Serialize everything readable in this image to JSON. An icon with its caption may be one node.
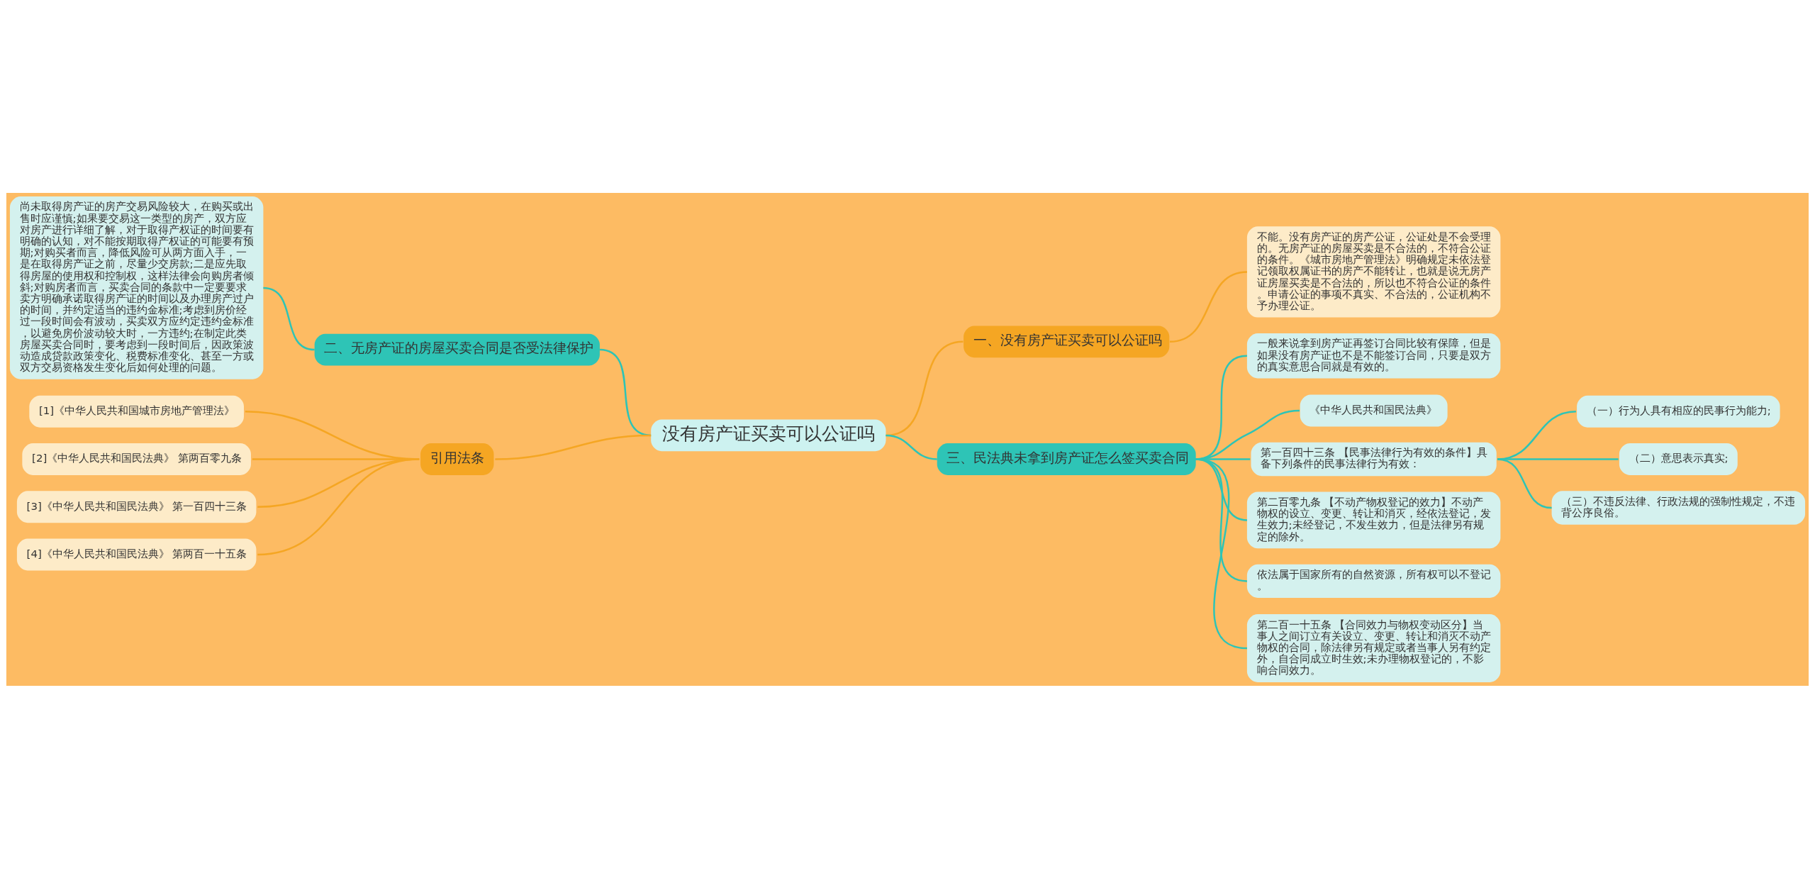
{
  "diagram": {
    "nodes": [
      {
        "text": [
          "没有房产证买卖可以公证吗"
        ]
      },
      {
        "text": [
          "一、没有房产证买卖可以公证吗"
        ]
      },
      {
        "text": [
          "不能。没有房产证的房产公证，公证处是不会受理的。无房产证的房屋买卖是不合法的，不符合公证的条件。《城市房地产管理法》明确规定未依法登记领取权属证书的房产不能转让，也就是说无房产证房屋买卖是不合法的，所以也不符合公证的条件。申请公证的事项不真实、不合法的，公证机构不予办理公证。"
        ]
      },
      {
        "text": [
          "三、民法典未拿到房产证怎么签买卖合同"
        ]
      },
      {
        "text": [
          "一般来说拿到房产证再签订合同比较有保障，但是如果没有房产证也不是不能签订合同，只要是双方的真实意思合同就是有效的。"
        ]
      },
      {
        "text": [
          "《中华人民共和国民法典》"
        ]
      },
      {
        "text": [
          "第一百四十三条 【民事法律行为有效的条件】具备下列条件的民事法律行为有效："
        ]
      },
      {
        "text": [
          "（一）行为人具有相应的民事行为能力;"
        ]
      },
      {
        "text": [
          "（二）意思表示真实;"
        ]
      },
      {
        "text": [
          "（三）不违反法律、行政法规的强制性规定，不违背公序良俗。"
        ]
      },
      {
        "text": [
          "第二百零九条 【不动产物权登记的效力】不动产物权的设立、变更、转让和消灭，经依法登记，发生效力;未经登记，不发生效力，但是法律另有规定的除外。"
        ]
      },
      {
        "text": [
          "依法属于国家所有的自然资源，所有权可以不登记。"
        ]
      },
      {
        "text": [
          "第二百一十五条 【合同效力与物权变动区分】当事人之间订立有关设立、变更、转让和消灭不动产物权的合同，除法律另有规定或者当事人另有约定外，自合同成立时生效;未办理物权登记的，不影响合同效力。"
        ]
      },
      {
        "text": [
          "二、无房产证的房屋买卖合同是否受法律保护"
        ]
      },
      {
        "text": [
          "尚未取得房产证的房产交易风险较大，在购买或出售时应谨慎;如果要交易这一类型的房产，双方应对房产进行详细了解，对于取得产权证的时间要有明确的认知，对不能按期取得产权证的可能要有预期;对购买者而言，降低风险可从两方面入手，一是在取得房产证之前，尽量少交房款;二是应先取得房屋的使用权和控制权，这样法律会向购房者倾斜;对购房者而言，买卖合同的条款中一定要要求卖方明确承诺取得房产证的时间以及办理房产过户的时间，并约定适当的违约金标准;考虑到房价经过一段时间会有波动，买卖双方应约定违约金标准，以避免房价波动较大时，一方违约;在制定此类房屋买卖合同时，要考虑到一段时间后，因政策波动造成贷款政策变化、税费标准变化、甚至一方或双方交易资格发生变化后如何处理的问题。"
        ]
      },
      {
        "text": [
          "引用法条"
        ]
      },
      {
        "text": [
          "[1]《中华人民共和国城市房地产管理法》"
        ]
      },
      {
        "text": [
          "[2]《中华人民共和国民法典》 第两百零九条"
        ]
      },
      {
        "text": [
          "[3]《中华人民共和国民法典》 第一百四十三条"
        ]
      },
      {
        "text": [
          "[4]《中华人民共和国民法典》 第两百一十五条"
        ]
      }
    ],
    "edges": [
      {
        "from": 0,
        "to": 1,
        "arrow": "none",
        "color": "#f5a623"
      },
      {
        "from": 1,
        "to": 2,
        "arrow": "none",
        "color": "#f5a623"
      },
      {
        "from": 0,
        "to": 3,
        "arrow": "none"
      },
      {
        "from": 3,
        "to": 4,
        "arrow": "none"
      },
      {
        "from": 3,
        "to": 5,
        "arrow": "none"
      },
      {
        "from": 3,
        "to": 6,
        "arrow": "none"
      },
      {
        "from": 6,
        "to": 7,
        "arrow": "none"
      },
      {
        "from": 6,
        "to": 8,
        "arrow": "none"
      },
      {
        "from": 6,
        "to": 9,
        "arrow": "none"
      },
      {
        "from": 3,
        "to": 10,
        "arrow": "none"
      },
      {
        "from": 3,
        "to": 11,
        "arrow": "none"
      },
      {
        "from": 3,
        "to": 12,
        "arrow": "none"
      },
      {
        "from": 0,
        "to": 13,
        "arrow": "none"
      },
      {
        "from": 13,
        "to": 14,
        "arrow": "none"
      },
      {
        "from": 0,
        "to": 15,
        "arrow": "none",
        "color": "#f5a623"
      },
      {
        "from": 15,
        "to": 16,
        "arrow": "none",
        "color": "#f5a623"
      },
      {
        "from": 15,
        "to": 17,
        "arrow": "none",
        "color": "#f5a623"
      },
      {
        "from": 15,
        "to": 18,
        "arrow": "none",
        "color": "#f5a623"
      },
      {
        "from": 15,
        "to": 19,
        "arrow": "none",
        "color": "#f5a623"
      }
    ]
  }
}
